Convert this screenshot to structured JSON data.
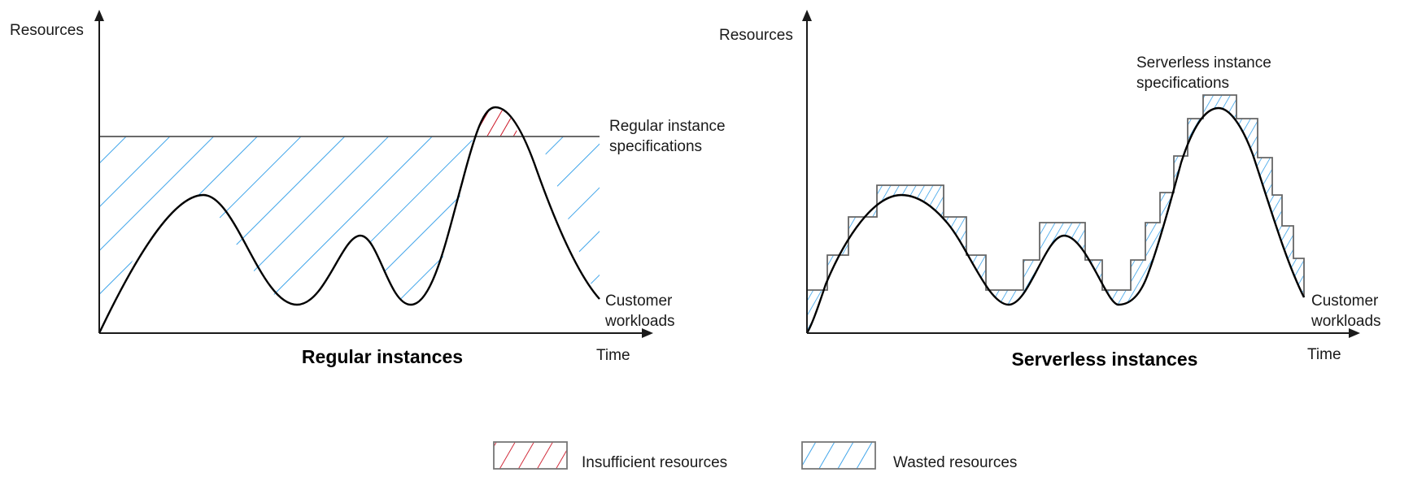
{
  "colors": {
    "axis": "#1a1a1a",
    "workload": "#000000",
    "spec_line": "#555555",
    "wasted": "#2b9be8",
    "insufficient": "#cc1525",
    "legend_box": "#777777"
  },
  "left_panel": {
    "y_label": "Resources",
    "x_label": "Time",
    "spec_label_line1": "Regular instance",
    "spec_label_line2": "specifications",
    "workload_label_line1": "Customer",
    "workload_label_line2": "workloads",
    "title": "Regular instances"
  },
  "right_panel": {
    "y_label": "Resources",
    "x_label": "Time",
    "spec_label_line1": "Serverless instance",
    "spec_label_line2": "specifications",
    "workload_label_line1": "Customer",
    "workload_label_line2": "workloads",
    "title": "Serverless instances"
  },
  "legend": {
    "insufficient_label": "Insufficient resources",
    "wasted_label": "Wasted resources"
  }
}
